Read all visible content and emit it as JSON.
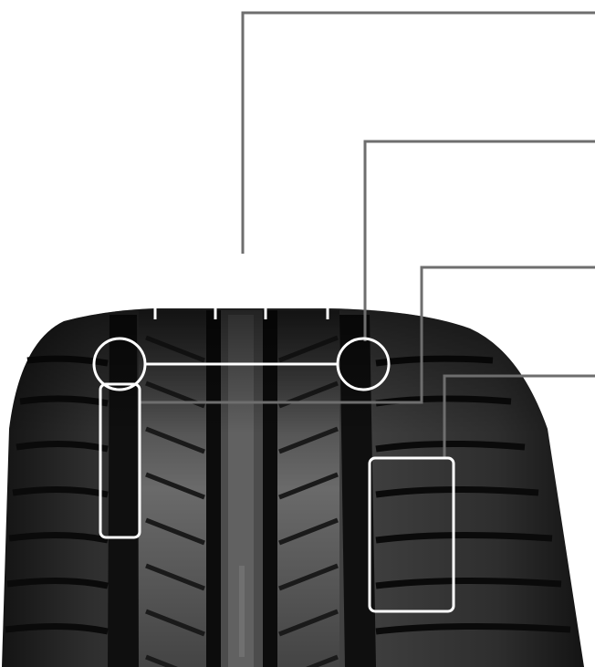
{
  "diagram": {
    "subject": "tire-tread-closeup",
    "callouts": [
      {
        "id": "circumferential-grooves",
        "label": ""
      },
      {
        "id": "shoulder-groove-junction",
        "label": ""
      },
      {
        "id": "shoulder-rib-sipe",
        "label": ""
      },
      {
        "id": "shoulder-block",
        "label": ""
      }
    ],
    "sidewall_text": "",
    "colors": {
      "background": "#ffffff",
      "leader_line": "#6e6e6e",
      "highlight": "#ffffff",
      "rubber_dark": "#1c1c1c",
      "rubber_mid": "#3a3a3a",
      "rubber_light": "#5c5c5c"
    }
  }
}
